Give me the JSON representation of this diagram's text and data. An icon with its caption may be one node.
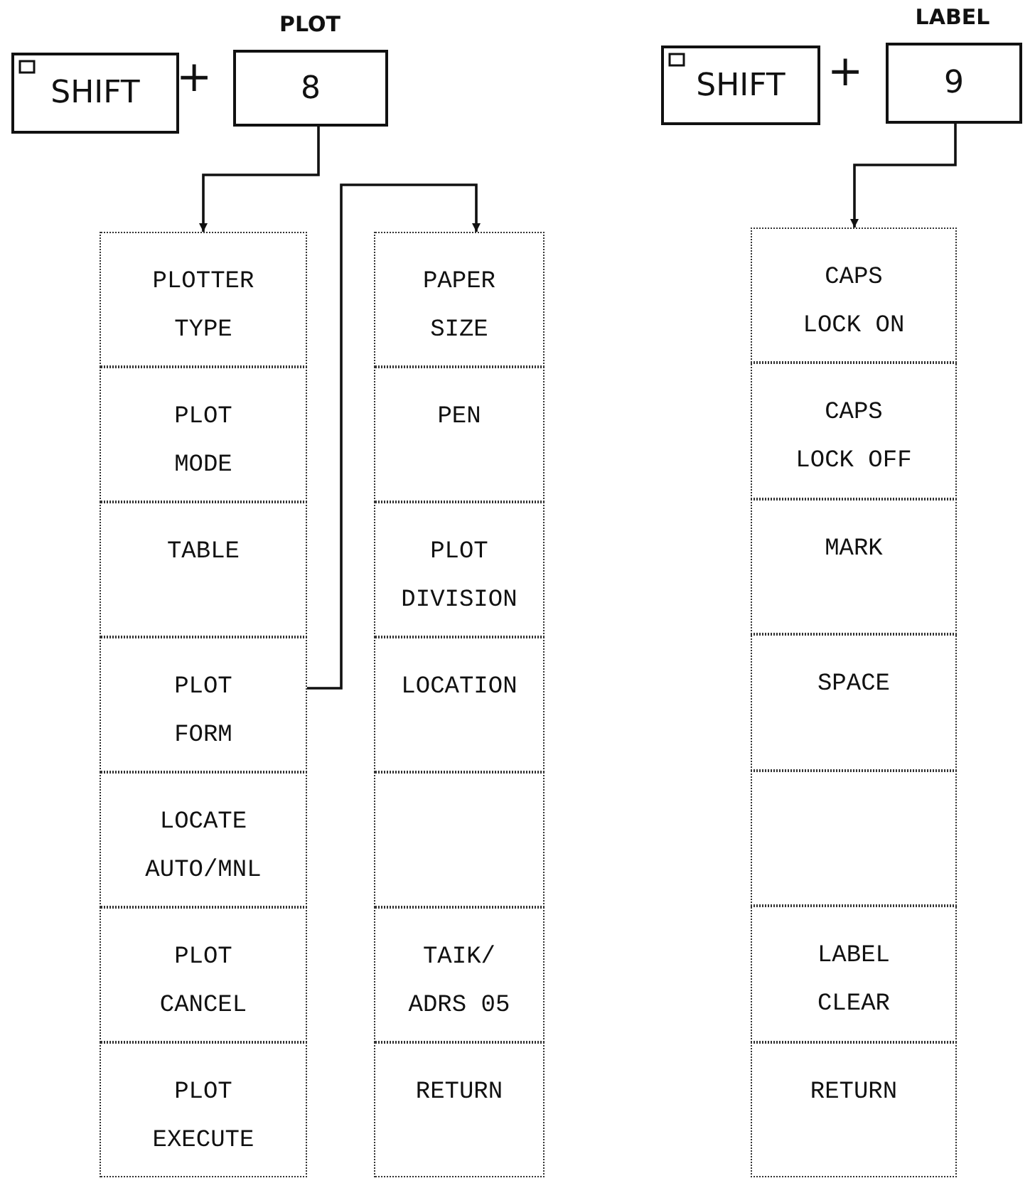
{
  "diagram": {
    "nodes": [
      {
        "text": [
          "SHIFT"
        ]
      },
      {
        "text": [
          "8"
        ],
        "beside": [
          "PLOT"
        ]
      },
      {
        "text": [
          "PLOTTER TYPE"
        ]
      },
      {
        "text": [
          "PLOT MODE"
        ]
      },
      {
        "text": [
          "TABLE"
        ]
      },
      {
        "text": [
          "PLOT FORM"
        ]
      },
      {
        "text": [
          "LOCATE AUTO/MNL"
        ]
      },
      {
        "text": [
          "PLOT CANCEL"
        ]
      },
      {
        "text": [
          "PLOT EXECUTE"
        ]
      },
      {
        "text": [
          "PAPER SIZE"
        ]
      },
      {
        "text": [
          "PEN"
        ]
      },
      {
        "text": [
          "PLOT DIVISION"
        ]
      },
      {
        "text": [
          "LOCATION"
        ]
      },
      {
        "text": [],
        "shape": "box"
      },
      {
        "text": [
          "TAIK/ ADRS 05"
        ]
      },
      {
        "text": [
          "RETURN"
        ]
      },
      {
        "text": [
          "SHIFT"
        ]
      },
      {
        "text": [
          "9"
        ],
        "beside": [
          "LABEL"
        ]
      },
      {
        "text": [
          "CAPS LOCK ON"
        ]
      },
      {
        "text": [
          "CAPS LOCK OFF"
        ]
      },
      {
        "text": [
          "MARK"
        ]
      },
      {
        "text": [
          "SPACE"
        ]
      },
      {
        "text": [],
        "shape": "box"
      },
      {
        "text": [
          "LABEL CLEAR"
        ]
      },
      {
        "text": [
          "RETURN"
        ]
      }
    ],
    "edges": [
      {
        "from": 1,
        "to": 2,
        "arrow": "to"
      },
      {
        "from": 5,
        "to": 9,
        "arrow": "to"
      },
      {
        "from": 17,
        "to": 18,
        "arrow": "to"
      }
    ],
    "labels": [
      "+",
      "+"
    ]
  }
}
